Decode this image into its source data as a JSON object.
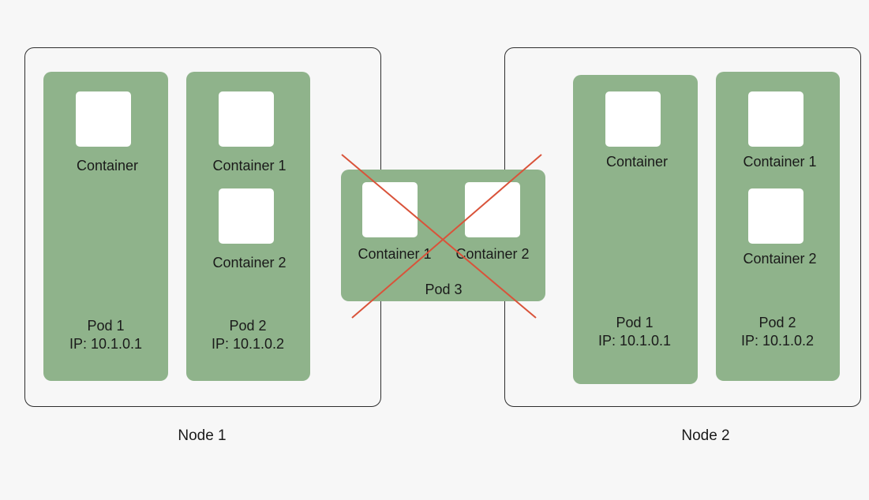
{
  "node1": {
    "label": "Node 1",
    "pod1": {
      "container": "Container",
      "name": "Pod 1",
      "ip": "IP: 10.1.0.1"
    },
    "pod2": {
      "container1": "Container 1",
      "container2": "Container 2",
      "name": "Pod 2",
      "ip": "IP: 10.1.0.2"
    }
  },
  "node2": {
    "label": "Node 2",
    "pod1": {
      "container": "Container",
      "name": "Pod 1",
      "ip": "IP: 10.1.0.1"
    },
    "pod2": {
      "container1": "Container 1",
      "container2": "Container 2",
      "name": "Pod 2",
      "ip": "IP: 10.1.0.2"
    }
  },
  "pod3": {
    "container1": "Container 1",
    "container2": "Container 2",
    "name": "Pod 3",
    "status": "crossed-out"
  },
  "colors": {
    "pod_fill": "#8fb38b",
    "container_fill": "#ffffff",
    "cross": "#d9533a",
    "node_border": "#2e2e2e",
    "background": "#f7f7f7"
  }
}
